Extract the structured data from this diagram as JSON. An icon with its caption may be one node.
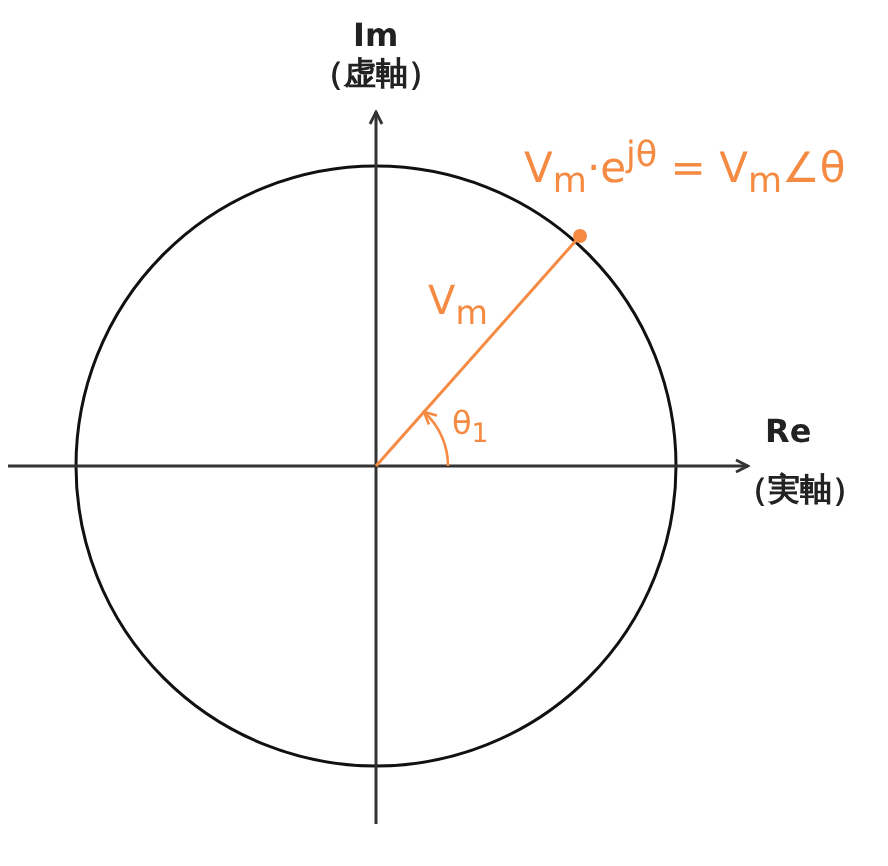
{
  "diagram": {
    "labels": [
      "Im",
      "（虚軸）",
      "V$_{m}$·e$^{jθ}$ = V$_{m}$∠θ",
      "V$_{m}$",
      "θ$_{1}$",
      "Re",
      "（実軸）"
    ]
  }
}
